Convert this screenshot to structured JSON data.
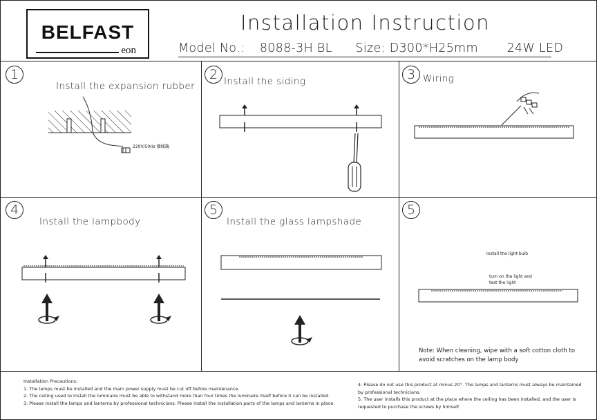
{
  "logo": {
    "brand": "BELFAST",
    "sub": "eon"
  },
  "header": {
    "title": "Installation Instruction",
    "model_label": "Model No.:",
    "model_value": "8088-3H BL",
    "size_label": "Size:",
    "size_value": "D300*H25mm",
    "power": "24W LED"
  },
  "steps": [
    {
      "num": "1",
      "label": "Install the expansion rubber",
      "voltage": "220V/50Hz 接线端"
    },
    {
      "num": "2",
      "label": "Install the siding"
    },
    {
      "num": "3",
      "label": "Wiring"
    },
    {
      "num": "4",
      "label": "Install the lampbody"
    },
    {
      "num": "5",
      "label": "Install the glass lampshade"
    },
    {
      "num": "5",
      "label_bulb": "Install the light bulb",
      "label_turn_1": "turn on the light and",
      "label_turn_2": "test the light",
      "note": "Note: When cleaning, wipe with a soft cotton cloth to avoid scratches on the lamp body"
    }
  ],
  "precautions": {
    "title": "Installation Precautions:",
    "items_left": [
      "1. The lamps must be installed and the main power supply must be cut off before maintenance.",
      "2. The ceiling used to install the luminaire must be able to withstand more than four times the luminaire itself before it can be installed.",
      "3. Please install the lamps and lanterns by professional technicians. Please install the installation parts of the lamps and lanterns in place."
    ],
    "items_right": [
      "4. Please do not use this product at minus 20°. The lamps and lanterns must always be maintained by professional technicians.",
      "5. The user installs this product at the place where the ceiling has been installed, and the user is requested to purchase the screws by himself."
    ]
  }
}
